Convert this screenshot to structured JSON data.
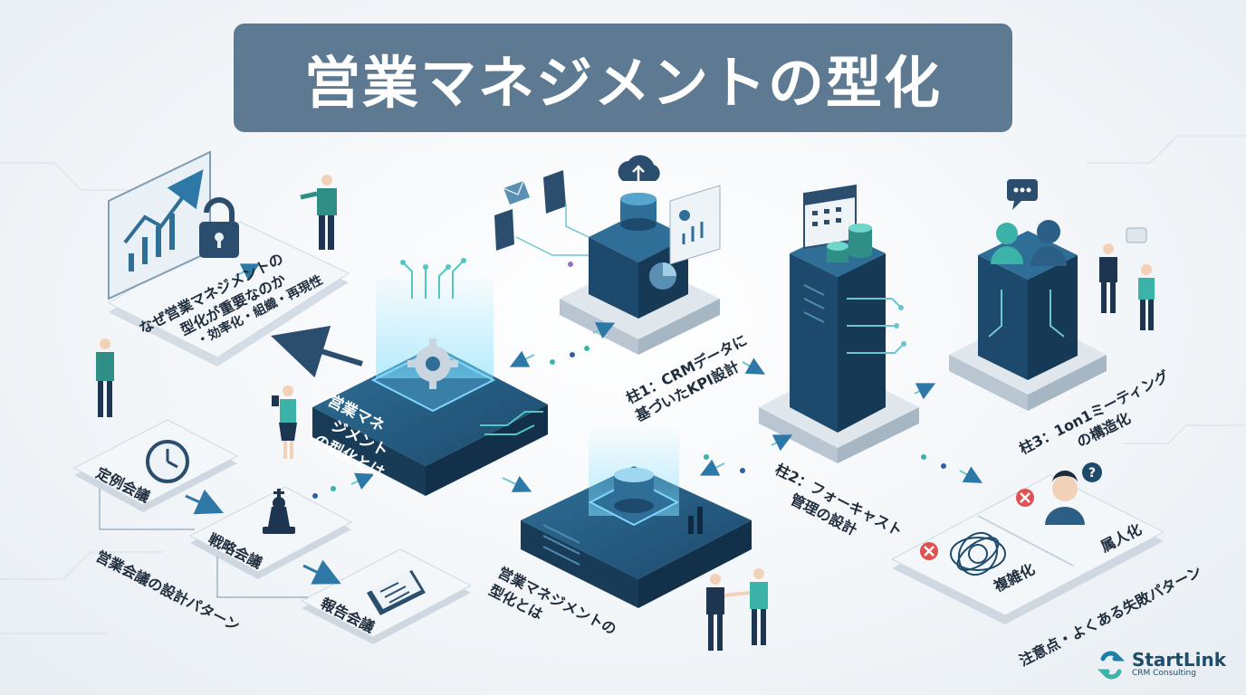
{
  "title": "営業マネジメントの型化",
  "center_block": {
    "line1": "営業マネ",
    "line2": "ジメント",
    "line3": "の型化とは"
  },
  "why_card": {
    "line1": "なぜ営業マネジメントの",
    "line2": "型化が重要なのか",
    "line3": "・効率化・組織・再現性"
  },
  "pillar1": {
    "line1": "柱1：CRMデータに",
    "line2": "基づいたKPI設計"
  },
  "pillar2": {
    "line1": "柱2：フォーキャスト",
    "line2": "管理の設計"
  },
  "pillar3": {
    "line1": "柱3：1on1ミーティング",
    "line2": "の構造化"
  },
  "bottom_center": {
    "line1": "営業マネジメントの",
    "line2": "型化とは"
  },
  "meetings": {
    "regular": "定例会議",
    "strategy": "戦略会議",
    "report": "報告会議",
    "caption": "営業会議の設計パターン"
  },
  "pitfalls": {
    "complex": "複雑化",
    "personal": "属人化",
    "caption": "注意点・よくある失敗パターン"
  },
  "logo": {
    "name": "StartLink",
    "sub": "CRM Consulting"
  },
  "colors": {
    "navy": "#1e4a6b",
    "dark_block": "#1f4f72",
    "teal": "#3bb3a8",
    "banner": "#5e7a93",
    "card": "#eef2f5"
  }
}
